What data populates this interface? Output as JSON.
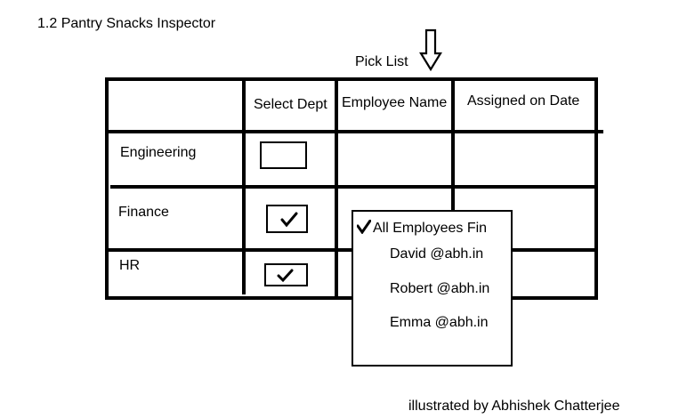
{
  "title": "1.2 Pantry Snacks Inspector",
  "pick_list_label": "Pick List",
  "arrow_icon": "down-arrow-icon",
  "table": {
    "headers": [
      "",
      "Select Dept",
      "Employee Name",
      "Assigned on Date"
    ],
    "rows": [
      {
        "dept": "Engineering",
        "selected": false
      },
      {
        "dept": "Finance",
        "selected": true
      },
      {
        "dept": "HR",
        "selected": true
      }
    ]
  },
  "dropdown": {
    "all_option": "All Employees Fin",
    "all_checked": true,
    "items": [
      "David @abh.in",
      "Robert @abh.in",
      "Emma @abh.in"
    ]
  },
  "credit": "illustrated by Abhishek Chatterjee"
}
